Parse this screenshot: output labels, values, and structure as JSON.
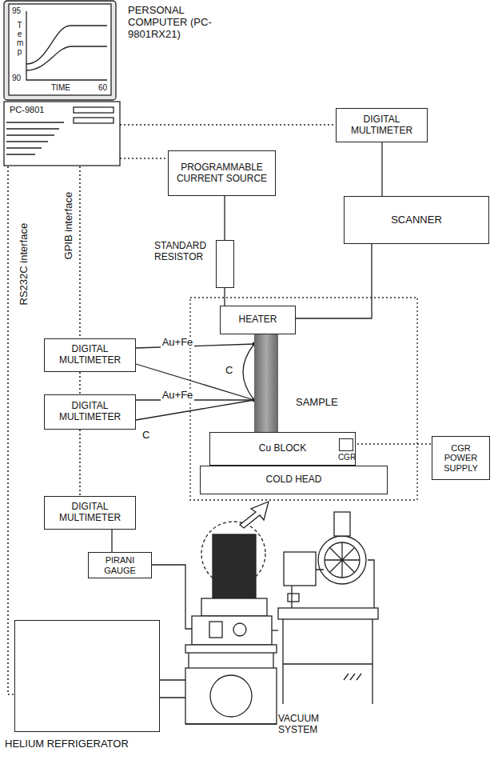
{
  "diagram": {
    "nodes": [
      {
        "text": [
          "PERSONAL COMPUTER (PC-9801RX21)",
          "PC-9801"
        ]
      },
      {
        "text": [
          "DIGITAL MULTIMETER"
        ]
      },
      {
        "text": [
          "PROGRAMMABLE CURRENT SOURCE"
        ]
      },
      {
        "text": [
          "SCANNER"
        ]
      },
      {
        "text": [
          "STANDARD RESISTOR"
        ]
      },
      {
        "text": [
          "HEATER"
        ]
      },
      {
        "text": [
          "DIGITAL MULTIMETER"
        ]
      },
      {
        "text": [
          "SAMPLE"
        ]
      },
      {
        "text": [
          "DIGITAL MULTIMETER"
        ]
      },
      {
        "text": [
          "Cu BLOCK"
        ]
      },
      {
        "text": [
          "CGR"
        ],
        "in": 9
      },
      {
        "text": [
          "CGR POWER SUPPLY"
        ]
      },
      {
        "text": [
          "COLD HEAD"
        ]
      },
      {
        "text": [
          "DIGITAL MULTIMETER"
        ]
      },
      {
        "text": [
          "PIRANI GAUGE"
        ]
      },
      {
        "text": [
          "HELIUM REFRIGERATOR"
        ]
      },
      {
        "text": [
          "VACUUM SYSTEM"
        ]
      }
    ],
    "edges": [
      {
        "from": 0,
        "to": 1,
        "arrow": "none"
      },
      {
        "from": 0,
        "to": 2,
        "arrow": "none"
      },
      {
        "from": 2,
        "to": 4,
        "arrow": "none"
      },
      {
        "from": 4,
        "to": 5,
        "arrow": "none"
      },
      {
        "from": 1,
        "to": 3,
        "arrow": "none"
      },
      {
        "from": 3,
        "to": 5,
        "arrow": "none"
      },
      {
        "from": 0,
        "to": 15,
        "label": "RS232C interface",
        "arrow": "none"
      },
      {
        "from": 0,
        "to": 6,
        "label": "GPIB interface",
        "arrow": "none"
      },
      {
        "from": 6,
        "to": 8,
        "arrow": "none"
      },
      {
        "from": 8,
        "to": 13,
        "arrow": "none"
      },
      {
        "from": 6,
        "to": 7,
        "label": "Au+Fe",
        "arrow": "none"
      },
      {
        "from": 8,
        "to": 7,
        "label": "Au+Fe",
        "arrow": "none"
      },
      {
        "from": 10,
        "to": 11,
        "arrow": "none"
      },
      {
        "from": 13,
        "to": 14,
        "arrow": "none"
      }
    ],
    "labels": [
      "95",
      "Temp",
      "90",
      "TIME",
      "60",
      "C",
      "C"
    ]
  }
}
